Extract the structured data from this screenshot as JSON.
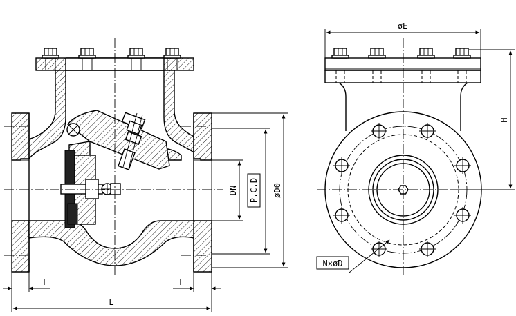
{
  "labels": {
    "dn": "DN",
    "pcd": "P.C.D",
    "do": "øD0",
    "e": "øE",
    "h": "H",
    "n_d": "N×øD",
    "t_left": "T",
    "t_right": "T",
    "l": "L"
  },
  "colors": {
    "line": "#000000",
    "background": "#ffffff"
  }
}
